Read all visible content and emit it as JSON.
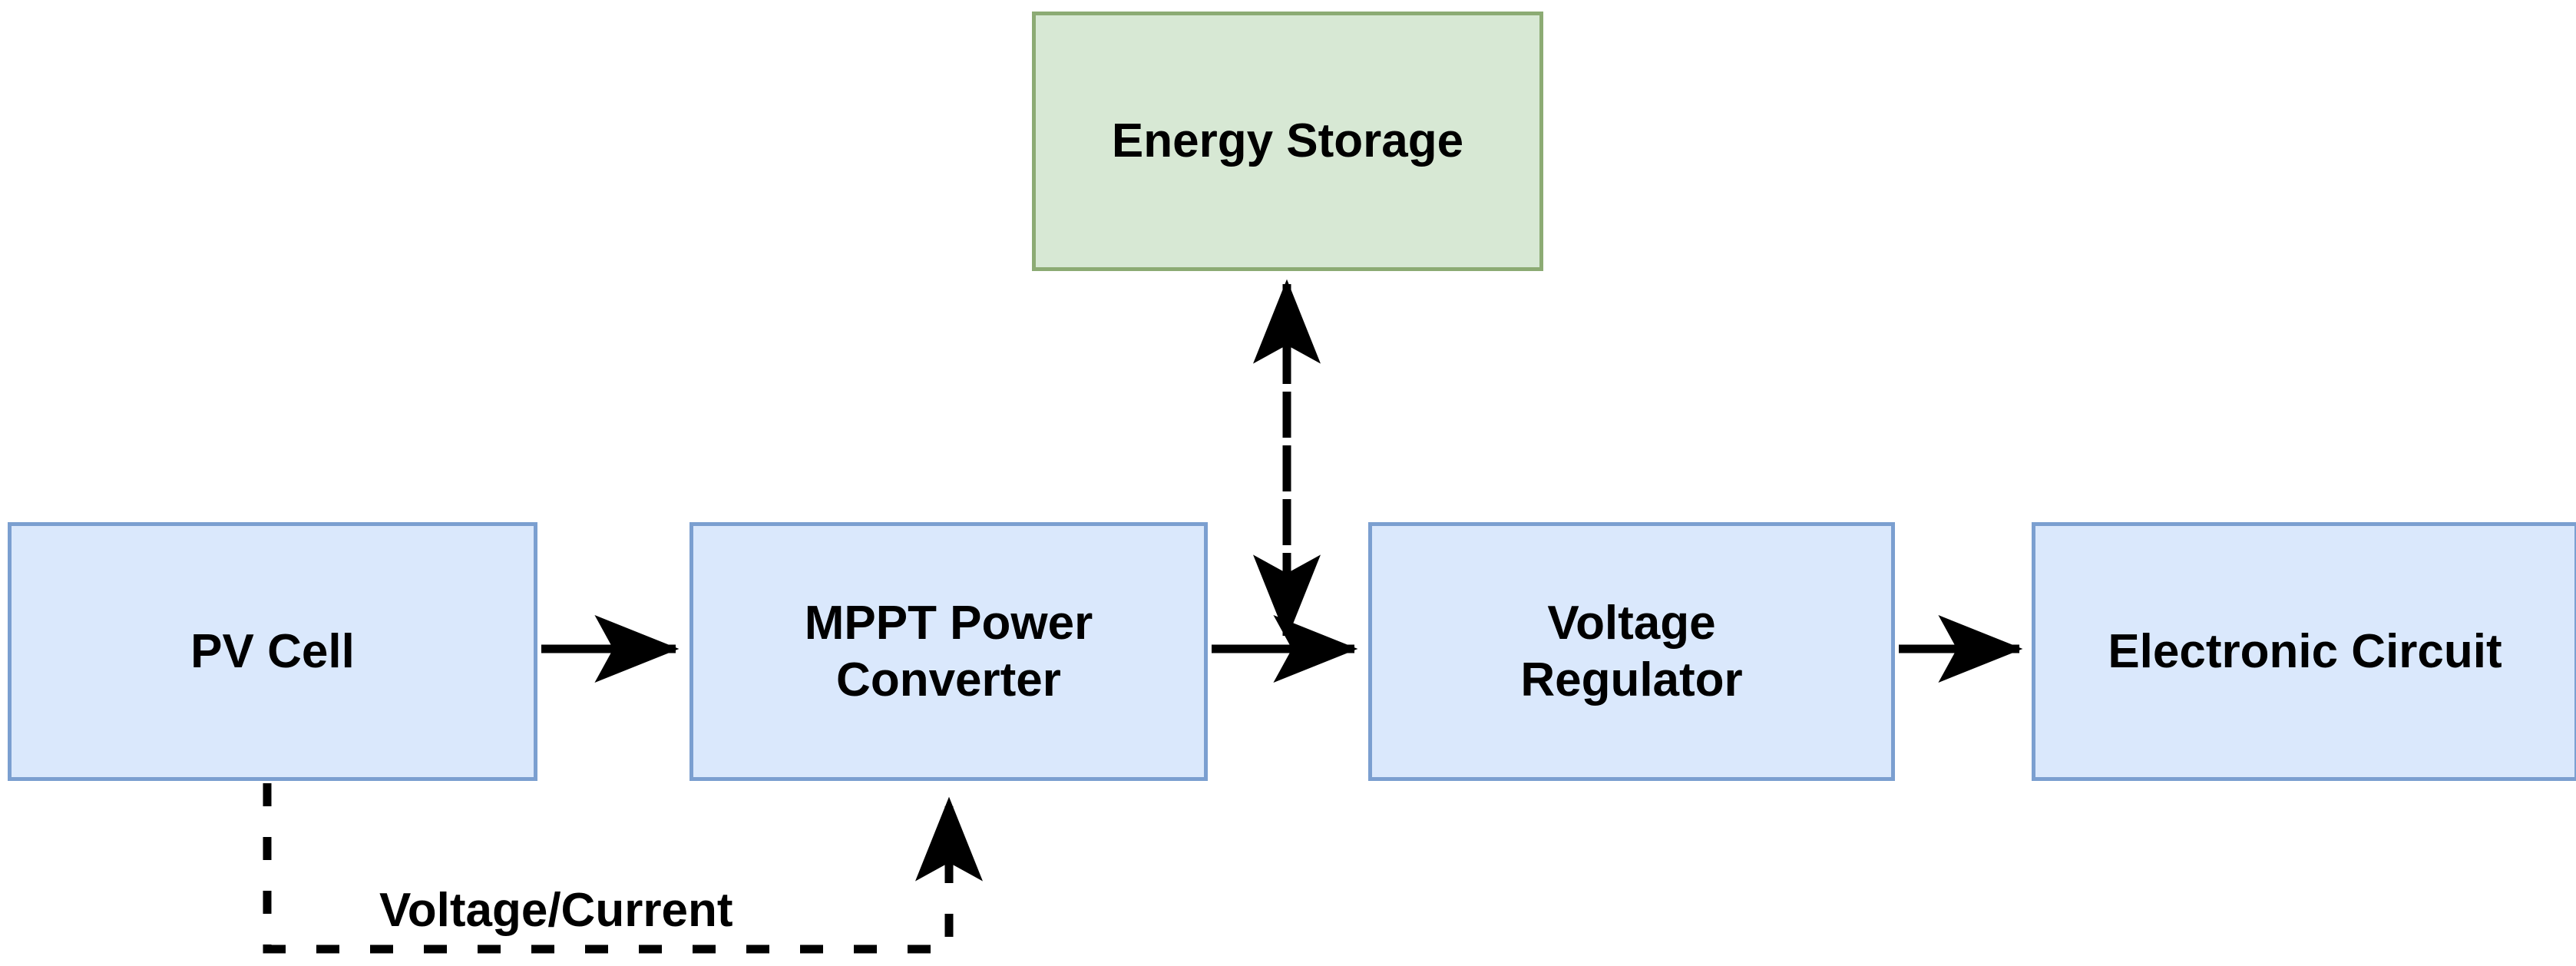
{
  "diagram": {
    "title": "Photovoltaic energy harvesting block diagram",
    "background_color": "#ffffff",
    "palette": {
      "node_blue_fill": "#dae8fc",
      "node_blue_stroke": "#7b9fd0",
      "node_green_fill": "#d7e8d4",
      "node_green_stroke": "#8cab74",
      "connector_color": "#000000",
      "text_color": "#000000"
    },
    "nodes": [
      {
        "id": "pv",
        "label": "PV Cell",
        "shape": "rectangle",
        "fill": "#dae8fc",
        "stroke": "#7b9fd0"
      },
      {
        "id": "mppt",
        "label": "MPPT Power\nConverter",
        "shape": "rectangle",
        "fill": "#dae8fc",
        "stroke": "#7b9fd0"
      },
      {
        "id": "vreg",
        "label": "Voltage\nRegulator",
        "shape": "rectangle",
        "fill": "#dae8fc",
        "stroke": "#7b9fd0"
      },
      {
        "id": "circuit",
        "label": "Electronic Circuit",
        "shape": "rectangle",
        "fill": "#dae8fc",
        "stroke": "#7b9fd0"
      },
      {
        "id": "storage",
        "label": "Energy Storage",
        "shape": "rectangle",
        "fill": "#d7e8d4",
        "stroke": "#8cab74"
      }
    ],
    "edges": [
      {
        "id": "pv-to-mppt",
        "from": "pv",
        "to": "mppt",
        "style": "solid",
        "arrowheads": "end",
        "label": ""
      },
      {
        "id": "mppt-to-vreg",
        "from": "mppt",
        "to": "vreg",
        "style": "solid",
        "arrowheads": "end",
        "label": ""
      },
      {
        "id": "vreg-to-circuit",
        "from": "vreg",
        "to": "circuit",
        "style": "solid",
        "arrowheads": "end",
        "label": ""
      },
      {
        "id": "storage-bidirectional",
        "from": "storage",
        "to": "mppt-to-vreg-link",
        "style": "dashed",
        "arrowheads": "both",
        "label": ""
      },
      {
        "id": "pv-feedback-to-mppt",
        "from": "pv",
        "to": "mppt",
        "style": "dashed",
        "arrowheads": "end",
        "label": "Voltage/Current"
      }
    ],
    "edge_labels": {
      "voltage_current": "Voltage/Current"
    }
  }
}
